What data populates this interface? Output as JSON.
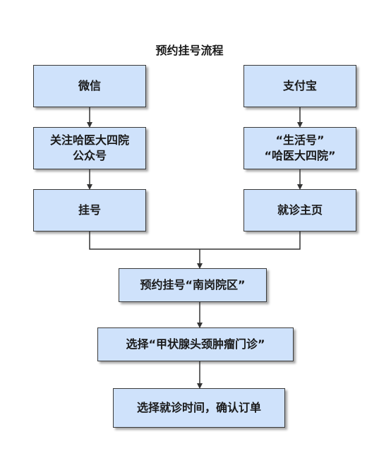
{
  "title": "预约挂号流程",
  "left_branch": {
    "channel": "微信",
    "follow_line1": "关注哈医大四院",
    "follow_line2": "公众号",
    "action": "挂号"
  },
  "right_branch": {
    "channel": "支付宝",
    "service_line1": "“生活号”",
    "service_line2": "“哈医大四院”",
    "action": "就诊主页"
  },
  "steps": {
    "book": "预约挂号“南岗院区”",
    "clinic": "选择“甲状腺头颈肿瘤门诊”",
    "confirm": "选择就诊时间，确认订单"
  },
  "colors": {
    "box_fill": "#cfe2fb",
    "box_border": "#3a3a3a",
    "connector": "#333333"
  }
}
